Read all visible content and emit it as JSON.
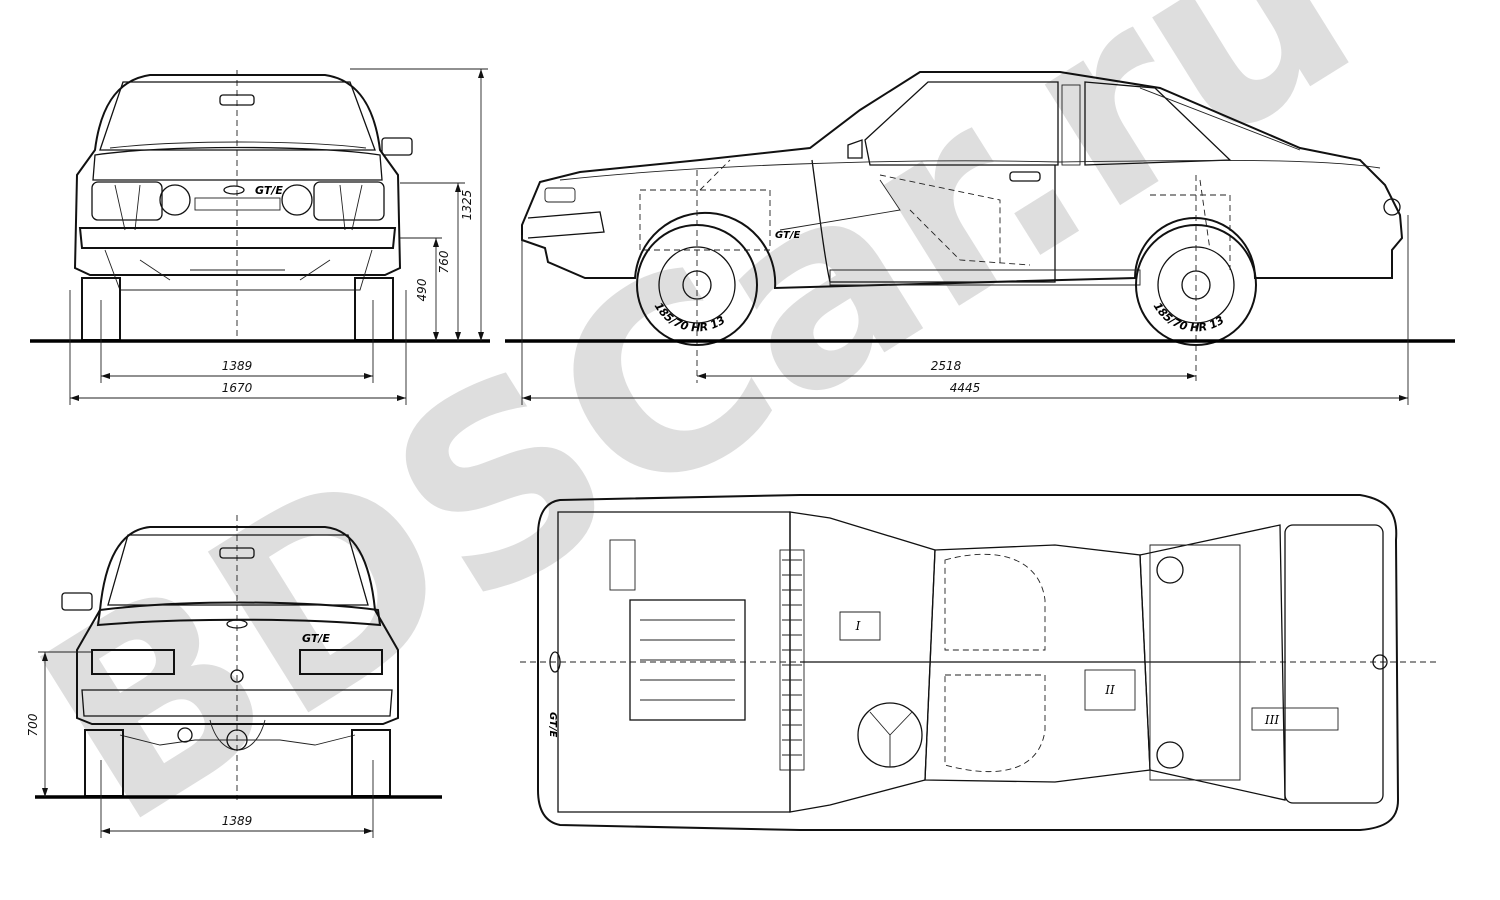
{
  "watermark": "BDSCar.ru",
  "front_view": {
    "badge": "GT/E",
    "dim_track": "1389",
    "dim_width": "1670",
    "dim_height": "1325",
    "dim_760": "760",
    "dim_490": "490"
  },
  "side_view": {
    "badge": "GT/E",
    "tyre_front": "185/70 HR 13",
    "tyre_rear": "185/70 HR 13",
    "dim_wheelbase": "2518",
    "dim_length": "4445"
  },
  "rear_view": {
    "badge": "GT/E",
    "dim_height": "700",
    "dim_track": "1389"
  },
  "top_view": {
    "badge": "GT/E",
    "label_1": "I",
    "label_2": "II",
    "label_3": "III"
  }
}
